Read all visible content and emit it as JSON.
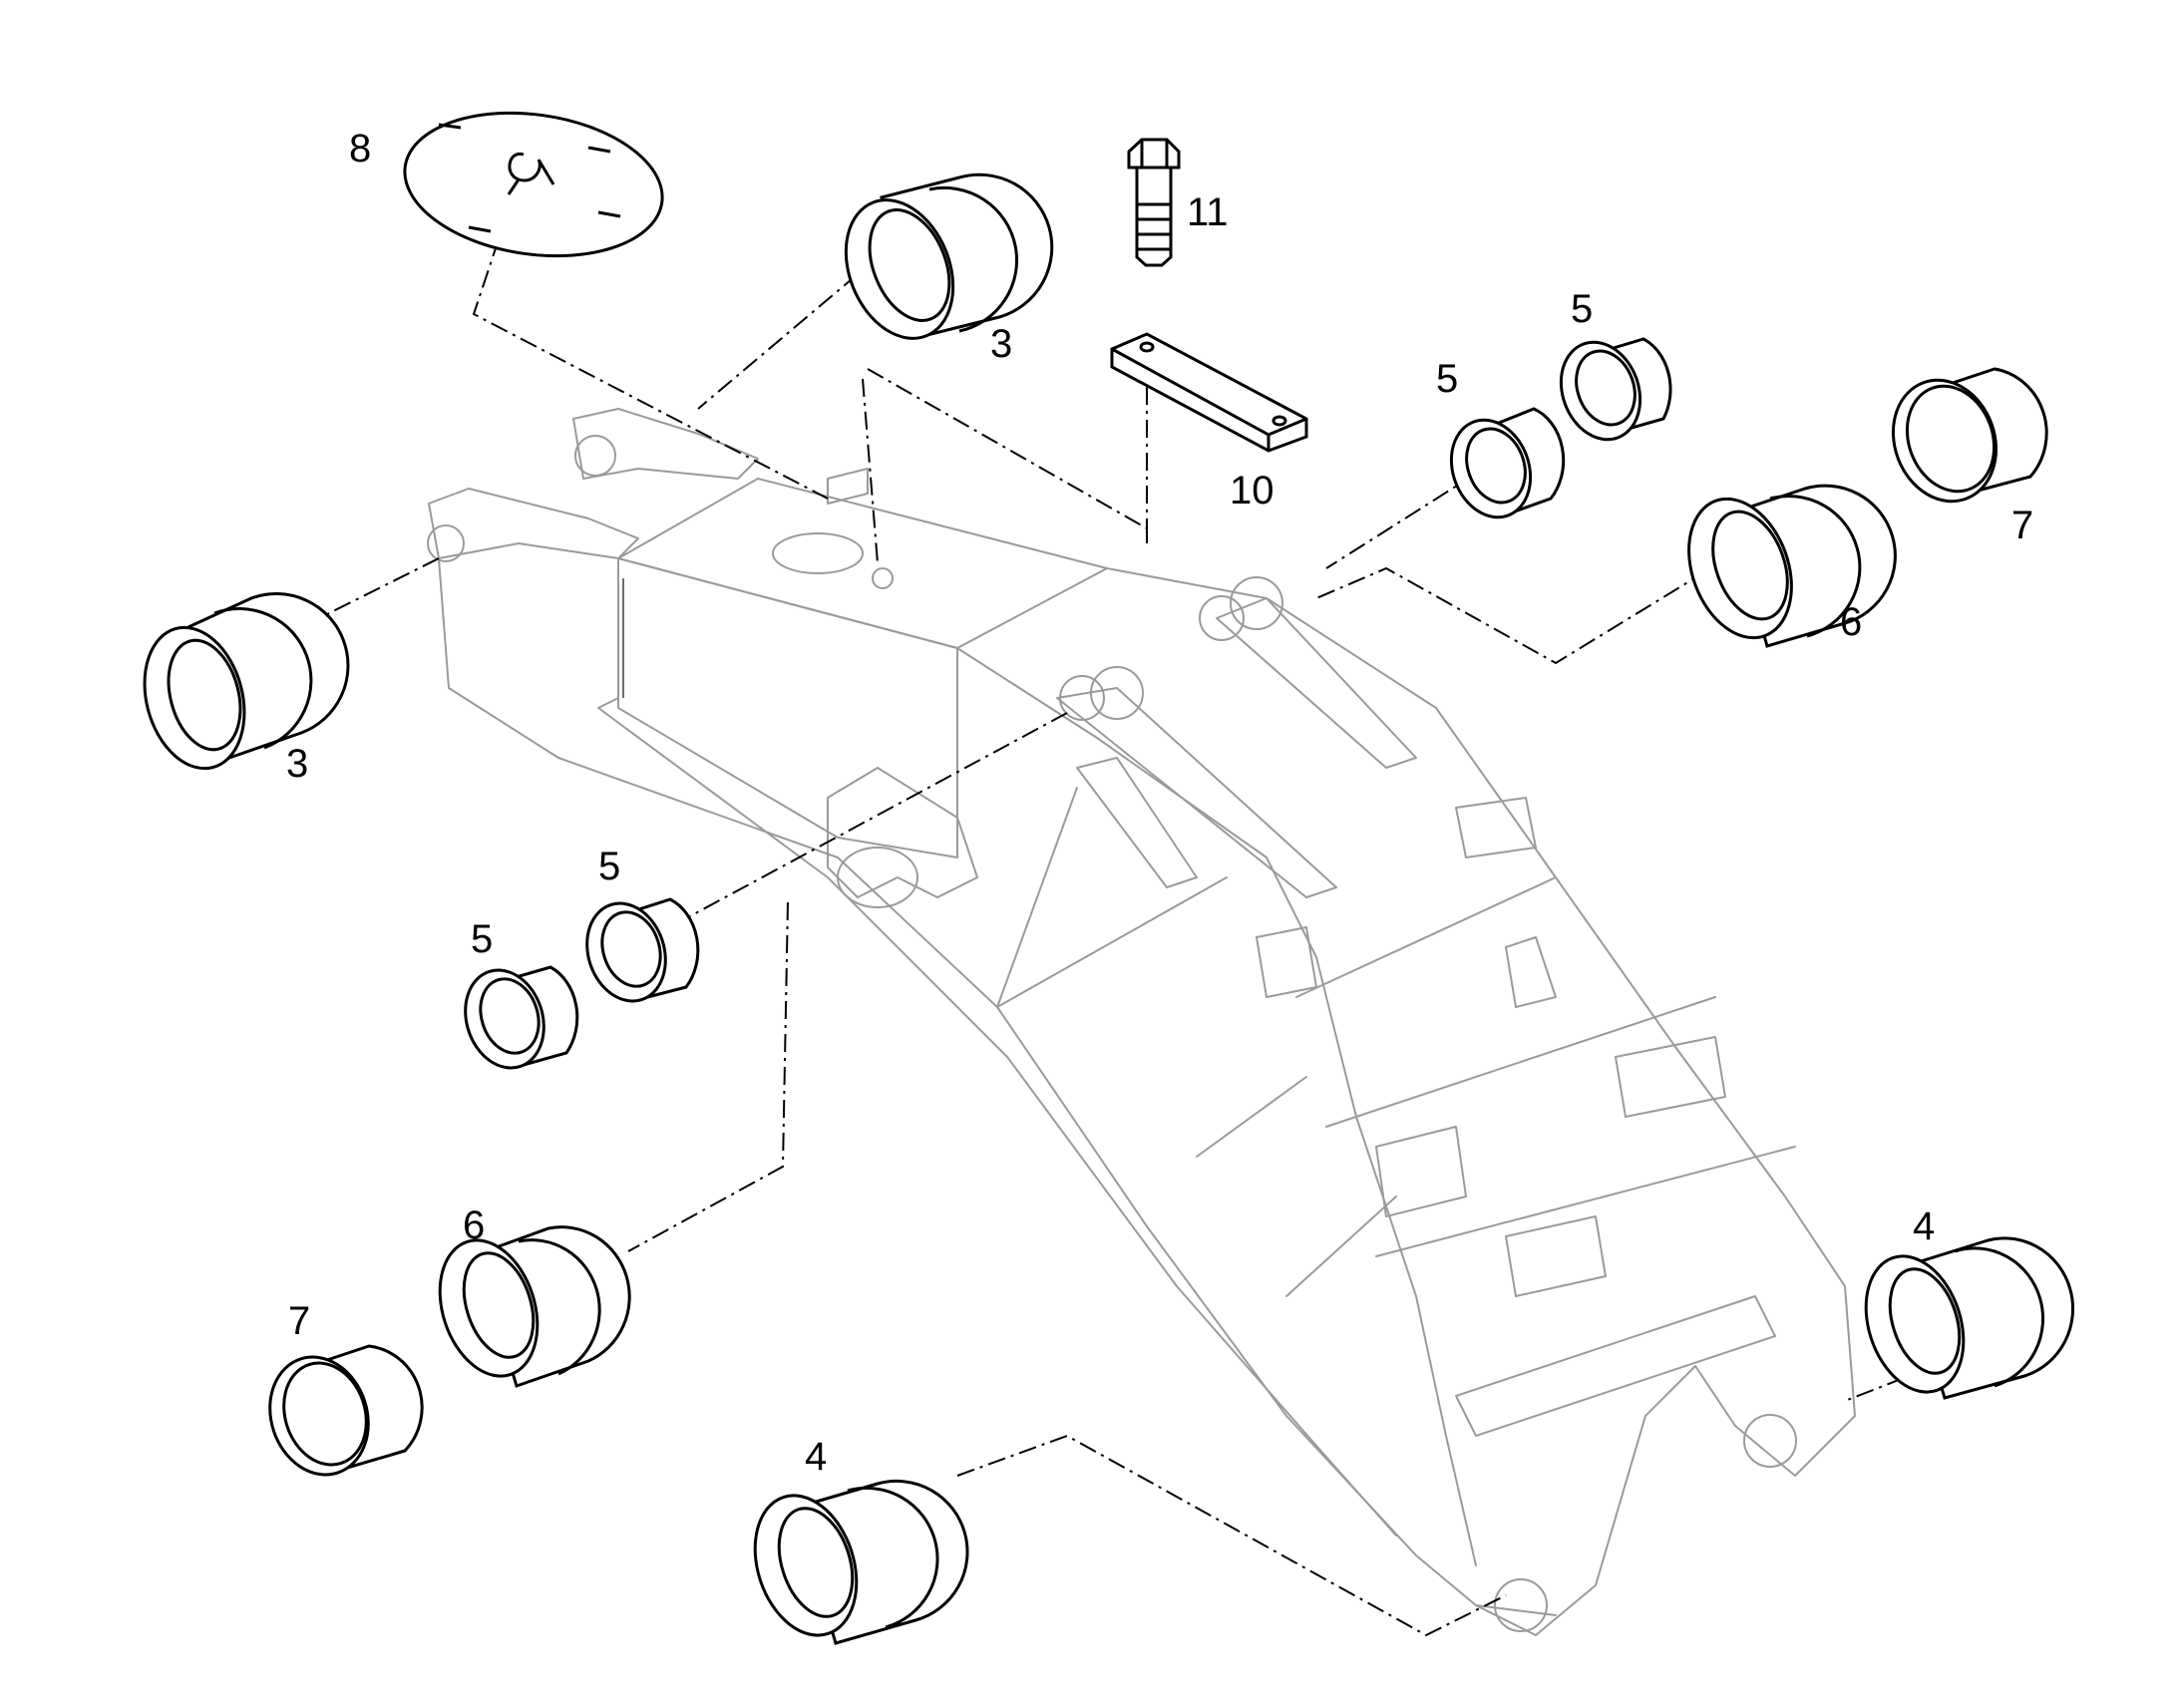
{
  "diagram": {
    "callouts": [
      {
        "id": "c8",
        "text": "8"
      },
      {
        "id": "c11",
        "text": "11"
      },
      {
        "id": "c3a",
        "text": "3"
      },
      {
        "id": "c10",
        "text": "10"
      },
      {
        "id": "c5a",
        "text": "5"
      },
      {
        "id": "c5b",
        "text": "5"
      },
      {
        "id": "c7a",
        "text": "7"
      },
      {
        "id": "c6a",
        "text": "6"
      },
      {
        "id": "c3b",
        "text": "3"
      },
      {
        "id": "c5c",
        "text": "5"
      },
      {
        "id": "c5d",
        "text": "5"
      },
      {
        "id": "c6b",
        "text": "6"
      },
      {
        "id": "c7b",
        "text": "7"
      },
      {
        "id": "c4a",
        "text": "4"
      },
      {
        "id": "c4b",
        "text": "4"
      }
    ],
    "colors": {
      "part_stroke": "#000000",
      "ghost_stroke": "#9a9a9a",
      "background": "#ffffff"
    }
  }
}
